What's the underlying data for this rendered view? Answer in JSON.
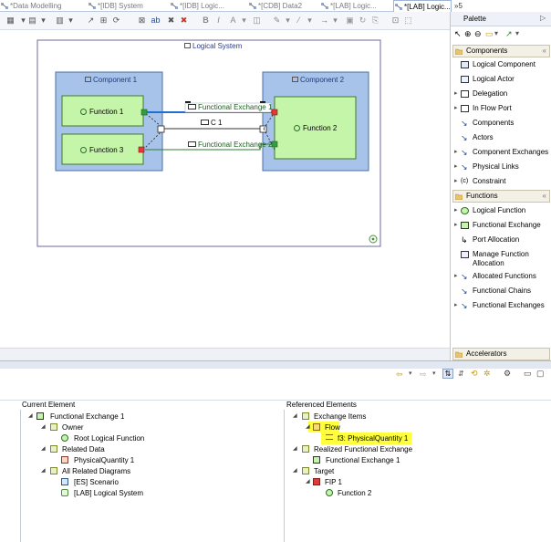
{
  "tabs": [
    {
      "label": "*Data Modelling"
    },
    {
      "label": "*[IDB] System"
    },
    {
      "label": "*[IDB] Logic..."
    },
    {
      "label": "*[CDB] Data2"
    },
    {
      "label": "*[LAB] Logic..."
    },
    {
      "label": "*[LAB] Logic..."
    },
    {
      "label": "»5"
    }
  ],
  "diagram": {
    "system_label": "Logical System",
    "component1_label": "Component 1",
    "component2_label": "Component 2",
    "function1_label": "Function 1",
    "function2_label": "Function 2",
    "function3_label": "Function 3",
    "exchange1_label": "Functional Exchange 1",
    "exchange2_label": "Functional Exchange 2",
    "c1_label": "C 1"
  },
  "palette": {
    "title": "Palette",
    "components_header": "Components",
    "components_items": [
      {
        "label": "Logical Component"
      },
      {
        "label": "Logical Actor"
      },
      {
        "label": "Delegation"
      },
      {
        "label": "In Flow Port"
      },
      {
        "label": "Components"
      },
      {
        "label": "Actors"
      },
      {
        "label": "Component Exchanges"
      },
      {
        "label": "Physical Links"
      },
      {
        "label": "Constraint"
      }
    ],
    "functions_header": "Functions",
    "functions_items": [
      {
        "label": "Logical Function"
      },
      {
        "label": "Functional Exchange"
      },
      {
        "label": "Port Allocation"
      },
      {
        "label": "Manage Function Allocation"
      },
      {
        "label": "Allocated Functions"
      },
      {
        "label": "Functional Chains"
      },
      {
        "label": "Functional Exchanges"
      }
    ],
    "accelerators_header": "Accelerators"
  },
  "current_element": {
    "header": "Current Element",
    "root": "Functional Exchange 1",
    "owner": "Owner",
    "owner_child": "Root Logical Function",
    "related_data": "Related Data",
    "related_data_child": "PhysicalQuantity 1",
    "all_related": "All Related Diagrams",
    "diag1": "[ES] Scenario",
    "diag2": "[LAB] Logical System"
  },
  "referenced_elements": {
    "header": "Referenced Elements",
    "exchange_items": "Exchange Items",
    "flow": "Flow",
    "flow_child": "f3: PhysicalQuantity 1",
    "realized": "Realized Functional Exchange",
    "realized_child": "Functional Exchange 1",
    "target": "Target",
    "fip": "FIP 1",
    "fip_child": "Function 2"
  },
  "colors": {
    "component_fill": "#a7c3ea",
    "function_fill": "#c5f5a8",
    "highlight": "#ffff3c",
    "exchange_green": "#2e7d32",
    "selected_blue": "#1f6fd1"
  }
}
